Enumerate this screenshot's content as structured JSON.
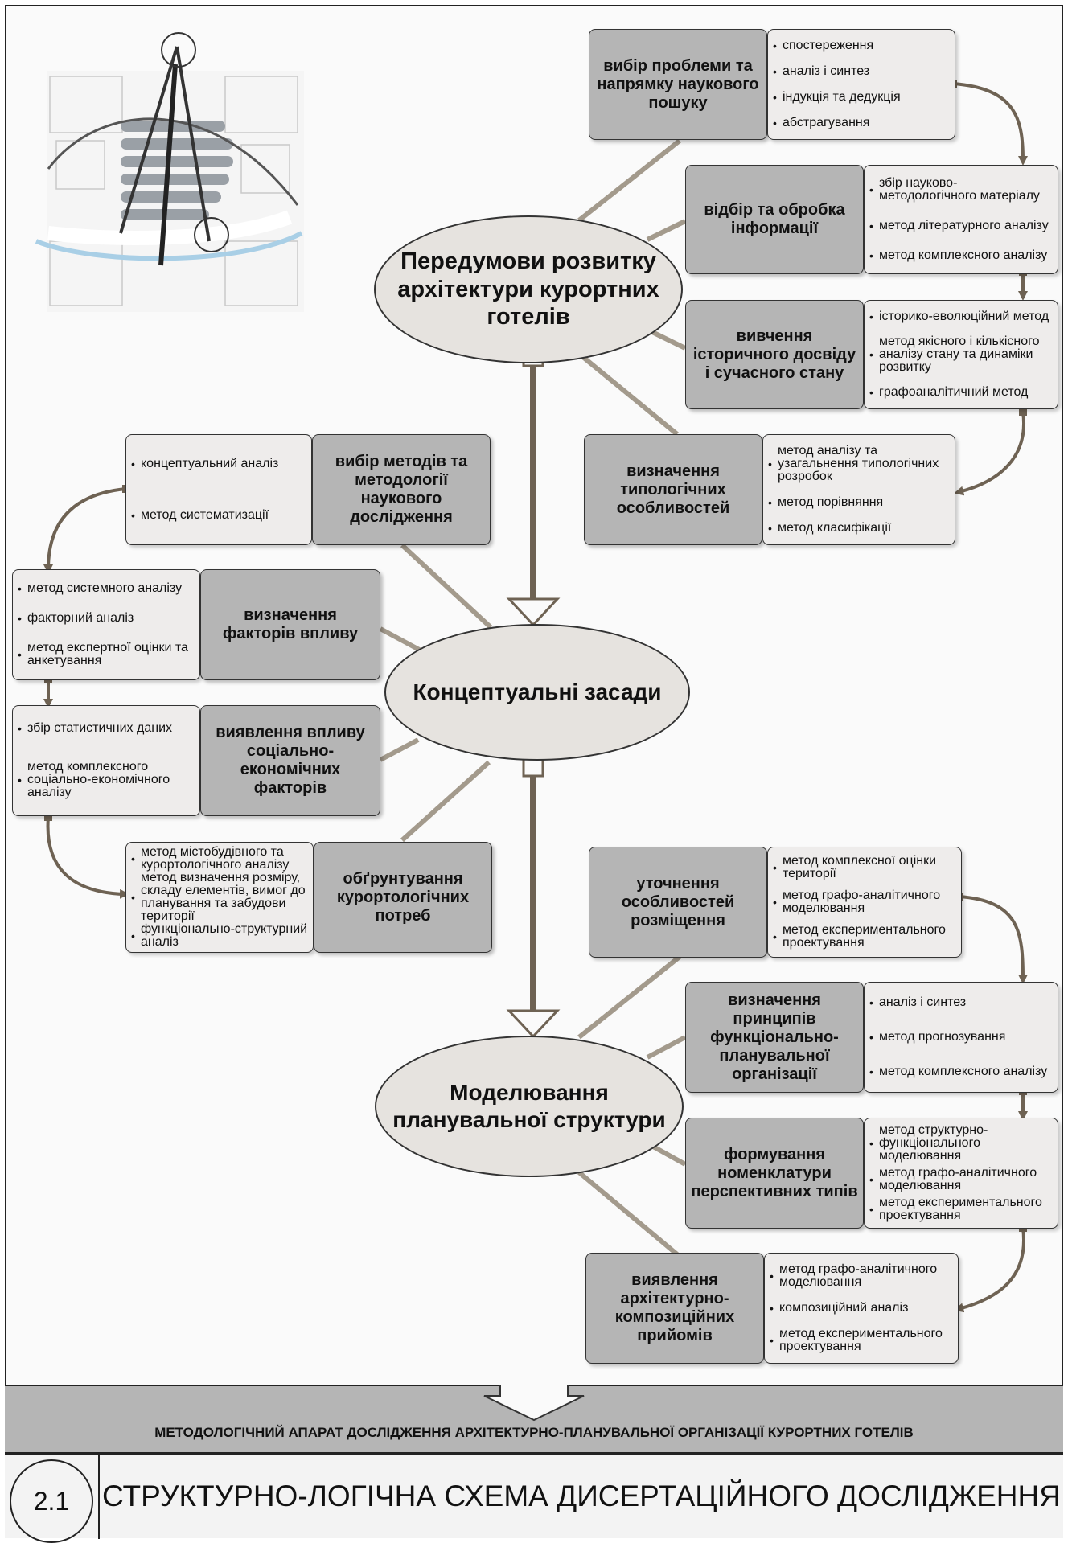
{
  "top_hub": {
    "label": "Передумови розвитку архітектури курортних готелів"
  },
  "mid_hub": {
    "label": "Концептуальні засади"
  },
  "bottom_hub": {
    "label": "Моделювання планувальної структури"
  },
  "group1": [
    {
      "node": "вибір проблеми та напрямку наукового пошуку",
      "methods": [
        "спостереження",
        "аналіз і синтез",
        "індукція та дедукція",
        "абстрагування"
      ]
    },
    {
      "node": "відбір та обробка інформації",
      "methods": [
        "збір науково-методологічного матеріалу",
        "метод літературного аналізу",
        "метод комплексного аналізу"
      ]
    },
    {
      "node": "вивчення історичного досвіду і сучасного стану",
      "methods": [
        "історико-еволюційний метод",
        "метод якісного і кількісного аналізу стану та динаміки розвитку",
        "графоаналітичний метод"
      ]
    },
    {
      "node": "визначення типологічних особливостей",
      "methods": [
        "метод аналізу та узагальнення типологічних розробок",
        "метод порівняння",
        "метод класифікації"
      ]
    }
  ],
  "group2": [
    {
      "node": "вибір методів та методології наукового дослідження",
      "methods": [
        "концептуальний аналіз",
        "метод систематизації"
      ]
    },
    {
      "node": "визначення факторів впливу",
      "methods": [
        "метод системного аналізу",
        "факторний аналіз",
        "метод експертної оцінки та анкетування"
      ]
    },
    {
      "node": "виявлення впливу соціально-економічних факторів",
      "methods": [
        "збір статистичних даних",
        "метод комплексного соціально-економічного аналізу"
      ]
    },
    {
      "node": "обґрунтування курортологічних потреб",
      "methods": [
        "метод містобудівного та курортологічного аналізу",
        "метод визначення розміру, складу елементів, вимог до планування та забудови території",
        "функціонально-структурний аналіз"
      ]
    }
  ],
  "group3": [
    {
      "node": "уточнення особливостей розміщення",
      "methods": [
        "метод комплексної оцінки території",
        "метод графо-аналітичного моделювання",
        "метод експериментального проектування"
      ]
    },
    {
      "node": "визначення принципів функціонально-планувальної організації",
      "methods": [
        "аналіз і синтез",
        "метод прогнозування",
        "метод комплексного аналізу"
      ]
    },
    {
      "node": "формування номенклатури перспективних типів",
      "methods": [
        "метод структурно-функціонального моделювання",
        "метод графо-аналітичного моделювання",
        "метод експериментального проектування"
      ]
    },
    {
      "node": "виявлення архітектурно-композиційних прийомів",
      "methods": [
        "метод графо-аналітичного моделювання",
        "композиційний аналіз",
        "метод експериментального проектування"
      ]
    }
  ],
  "banner": {
    "text": "МЕТОДОЛОГІЧНИЙ АПАРАТ ДОСЛІДЖЕННЯ АРХІТЕКТУРНО-ПЛАНУВАЛЬНОЇ ОРГАНІЗАЦІЇ КУРОРТНИХ ГОТЕЛІВ"
  },
  "sheet": {
    "number": "2.1",
    "title": "СТРУКТУРНО-ЛОГІЧНА СХЕМА ДИСЕРТАЦІЙНОГО ДОСЛІДЖЕННЯ"
  },
  "colors": {
    "connector": "#6e6253",
    "node_fill": "#b5b5b5",
    "list_fill": "#eeeceb",
    "hub_fill": "#e6e3df"
  }
}
